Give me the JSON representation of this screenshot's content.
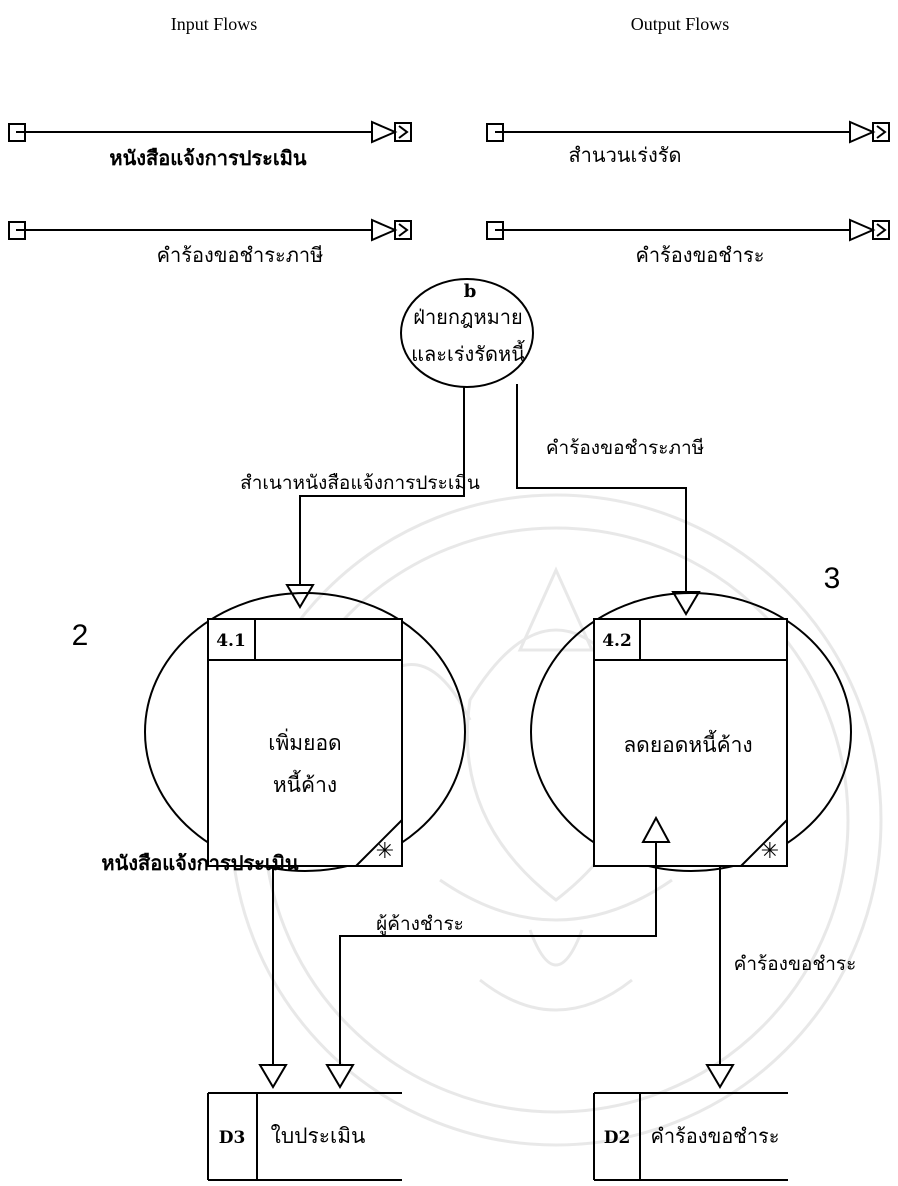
{
  "headings": {
    "input": "Input Flows",
    "output": "Output Flows"
  },
  "input_flows": [
    "หนังสือแจ้งการประเมิน",
    "คำร้องขอชำระภาษี"
  ],
  "output_flows": [
    "สำนวนเร่งรัด",
    "คำร้องขอชำระ"
  ],
  "external_entity": {
    "id": "b",
    "line1": "ฝ่ายกฎหมาย",
    "line2": "และเร่งรัดหนี้"
  },
  "flows": {
    "copy_notice": "สำเนาหนังสือแจ้งการประเมิน",
    "tax_request": "คำร้องขอชำระภาษี",
    "notice": "หนังสือแจ้งการประเมิน",
    "debtor_payment": "ผู้ค้างชำระ",
    "payment_request": "คำร้องขอชำระ"
  },
  "processes": [
    {
      "label_num": "2",
      "id": "4.1",
      "line1": "เพิ่มยอด",
      "line2": "หนี้ค้าง"
    },
    {
      "label_num": "3",
      "id": "4.2",
      "line1": "ลดยอดหนี้ค้าง"
    }
  ],
  "data_stores": [
    {
      "id": "D3",
      "name": "ใบประเมิน"
    },
    {
      "id": "D2",
      "name": "คำร้องขอชำระ"
    }
  ]
}
